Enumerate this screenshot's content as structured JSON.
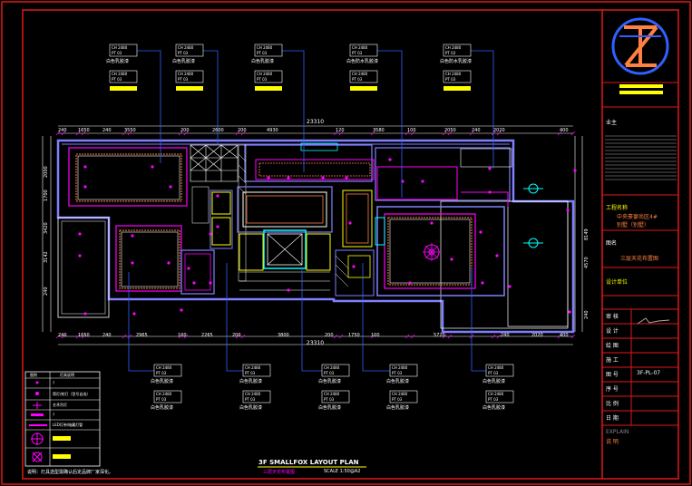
{
  "drawing": {
    "title": "3F SMALLFOX LAYOUT PLAN",
    "subtitle": "三层天花布置图",
    "scale": "SCALE 1:50@A2",
    "note": "说明：灯具选型需确认后定品牌厂家深化。",
    "overall_dim_top": "23310",
    "overall_dim_bottom": "23310",
    "dims_top": [
      "240",
      "1650",
      "240",
      "3550",
      "200",
      "2600",
      "200",
      "4930",
      "120",
      "3580",
      "100",
      "2050",
      "240",
      "2020",
      "400"
    ],
    "dims_bottom": [
      "240",
      "1650",
      "240",
      "2965",
      "100",
      "2265",
      "200",
      "3800",
      "200",
      "1750",
      "100",
      "5720",
      "240",
      "2020",
      "400"
    ],
    "dims_left": [
      "2000",
      "1700",
      "3420",
      "3142",
      "240"
    ],
    "dims_right": [
      "8149",
      "4570",
      "240"
    ],
    "callout_tag_a": "CH 2480",
    "callout_tag_b": "PT 03",
    "callout_text_top": [
      "白色乳胶漆",
      "白色乳胶漆",
      "白色乳胶漆",
      "白色防水乳胶漆",
      "白色防水乳胶漆"
    ],
    "callout_text_bottom": [
      "白色乳胶漆",
      "白色乳胶漆",
      "白色乳胶漆",
      "白色乳胶漆",
      "白色乳胶漆"
    ]
  },
  "legend": {
    "header": [
      "图例",
      "灯具说明"
    ],
    "rows": [
      "?",
      "筒灯/射灯（型号自选）",
      "艺术吊灯",
      "?",
      "LED灯带/暗藏灯管"
    ]
  },
  "title_block": {
    "owner_label": "业主",
    "project_label": "工程名称",
    "project_name_1": "中央豪宴尚区4#",
    "project_name_2": "别墅（别墅）",
    "drawing_name_label": "图名",
    "drawing_name": "三层天花布置图",
    "design_unit_label": "设计单位",
    "rows": [
      {
        "label": "审 核",
        "value": ""
      },
      {
        "label": "设 计",
        "value": ""
      },
      {
        "label": "绘 图",
        "value": ""
      },
      {
        "label": "施 工",
        "value": ""
      },
      {
        "label": "图 号",
        "value": "3F-PL-07"
      },
      {
        "label": "序 号",
        "value": ""
      },
      {
        "label": "比 例",
        "value": ""
      },
      {
        "label": "日 期",
        "value": ""
      }
    ],
    "explain_en": "EXPLAIN",
    "explain_cn": "说 明"
  },
  "colors": {
    "frame": "#e01818",
    "wall": "#8080ff",
    "cyan": "#00ffff",
    "yellow": "#ffff00",
    "magenta": "#ff00ff",
    "orange": "#ff8040",
    "white": "#ffffff",
    "green": "#00ff00",
    "blue": "#3060ff"
  },
  "icons": [
    "logo-icon",
    "section-marker-icon",
    "chandelier-icon",
    "downlight-icon"
  ]
}
